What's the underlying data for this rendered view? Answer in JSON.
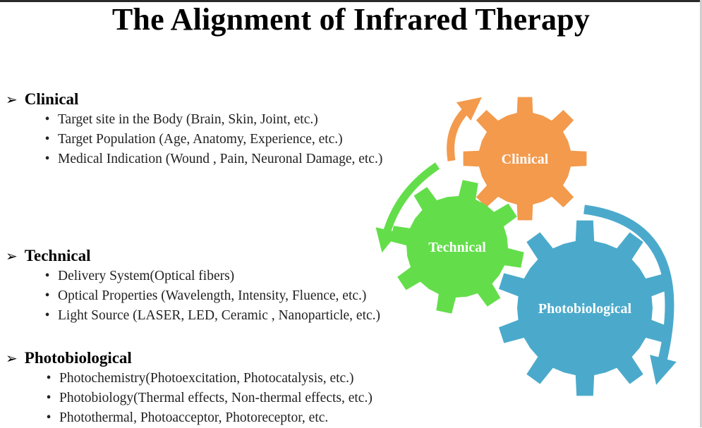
{
  "title": "The Alignment of Infrared Therapy",
  "sections": [
    {
      "heading": "Clinical",
      "items": [
        "Target site in the Body (Brain, Skin, Joint, etc.)",
        "Target Population (Age, Anatomy, Experience, etc.)",
        "Medical Indication (Wound , Pain, Neuronal Damage, etc.)"
      ]
    },
    {
      "heading": "Technical",
      "items": [
        "Delivery System(Optical fibers)",
        "Optical Properties (Wavelength, Intensity, Fluence, etc.)",
        "Light Source (LASER, LED, Ceramic , Nanoparticle, etc.)"
      ]
    },
    {
      "heading": "Photobiological",
      "items": [
        "Photochemistry(Photoexcitation, Photocatalysis, etc.)",
        "Photobiology(Thermal effects, Non-thermal effects, etc.)",
        "Photothermal, Photoacceptor, Photoreceptor, etc."
      ]
    }
  ],
  "gears": {
    "clinical": {
      "label": "Clinical",
      "color": "#F39A4C"
    },
    "technical": {
      "label": "Technical",
      "color": "#63DE4A"
    },
    "photobiological": {
      "label": "Photobiological",
      "color": "#4BAACB"
    }
  },
  "symbols": {
    "section_marker": "➢",
    "bullet": "•"
  },
  "icons": [
    "arrow-bullet-icon",
    "gear-icon",
    "curved-arrow-icon"
  ]
}
